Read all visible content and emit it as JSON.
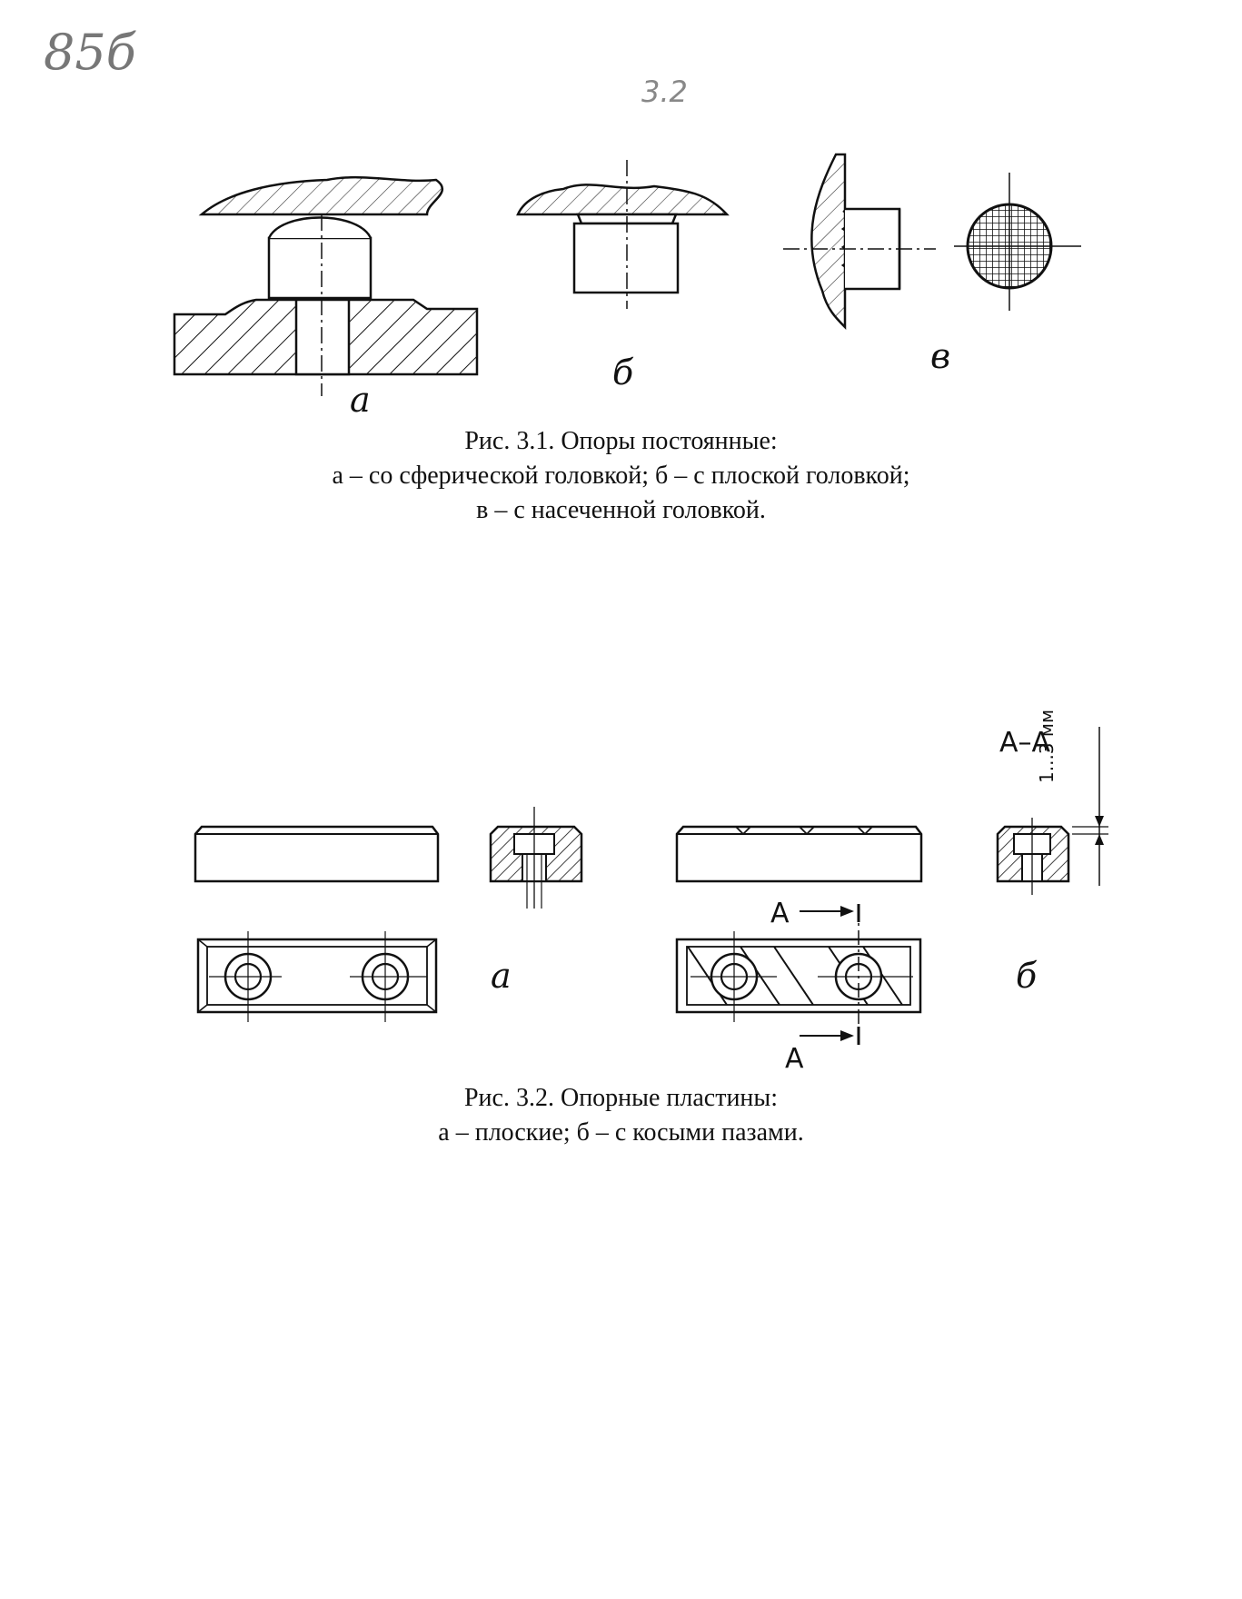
{
  "handwritten_note": "85б",
  "page_number": "3.2",
  "figure1": {
    "labels": {
      "a": "а",
      "b": "б",
      "v": "в"
    },
    "caption": [
      "Рис. 3.1. Опоры постоянные:",
      "а – со сферической головкой; б – с плоской головкой;",
      "в – с насеченной головкой."
    ]
  },
  "figure2": {
    "labels": {
      "a": "а",
      "b": "б"
    },
    "section_title": "А–А",
    "section_mark": "А",
    "dimension": "1...3 мм",
    "caption": [
      "Рис. 3.2. Опорные пластины:",
      "а – плоские; б – с косыми пазами."
    ]
  }
}
